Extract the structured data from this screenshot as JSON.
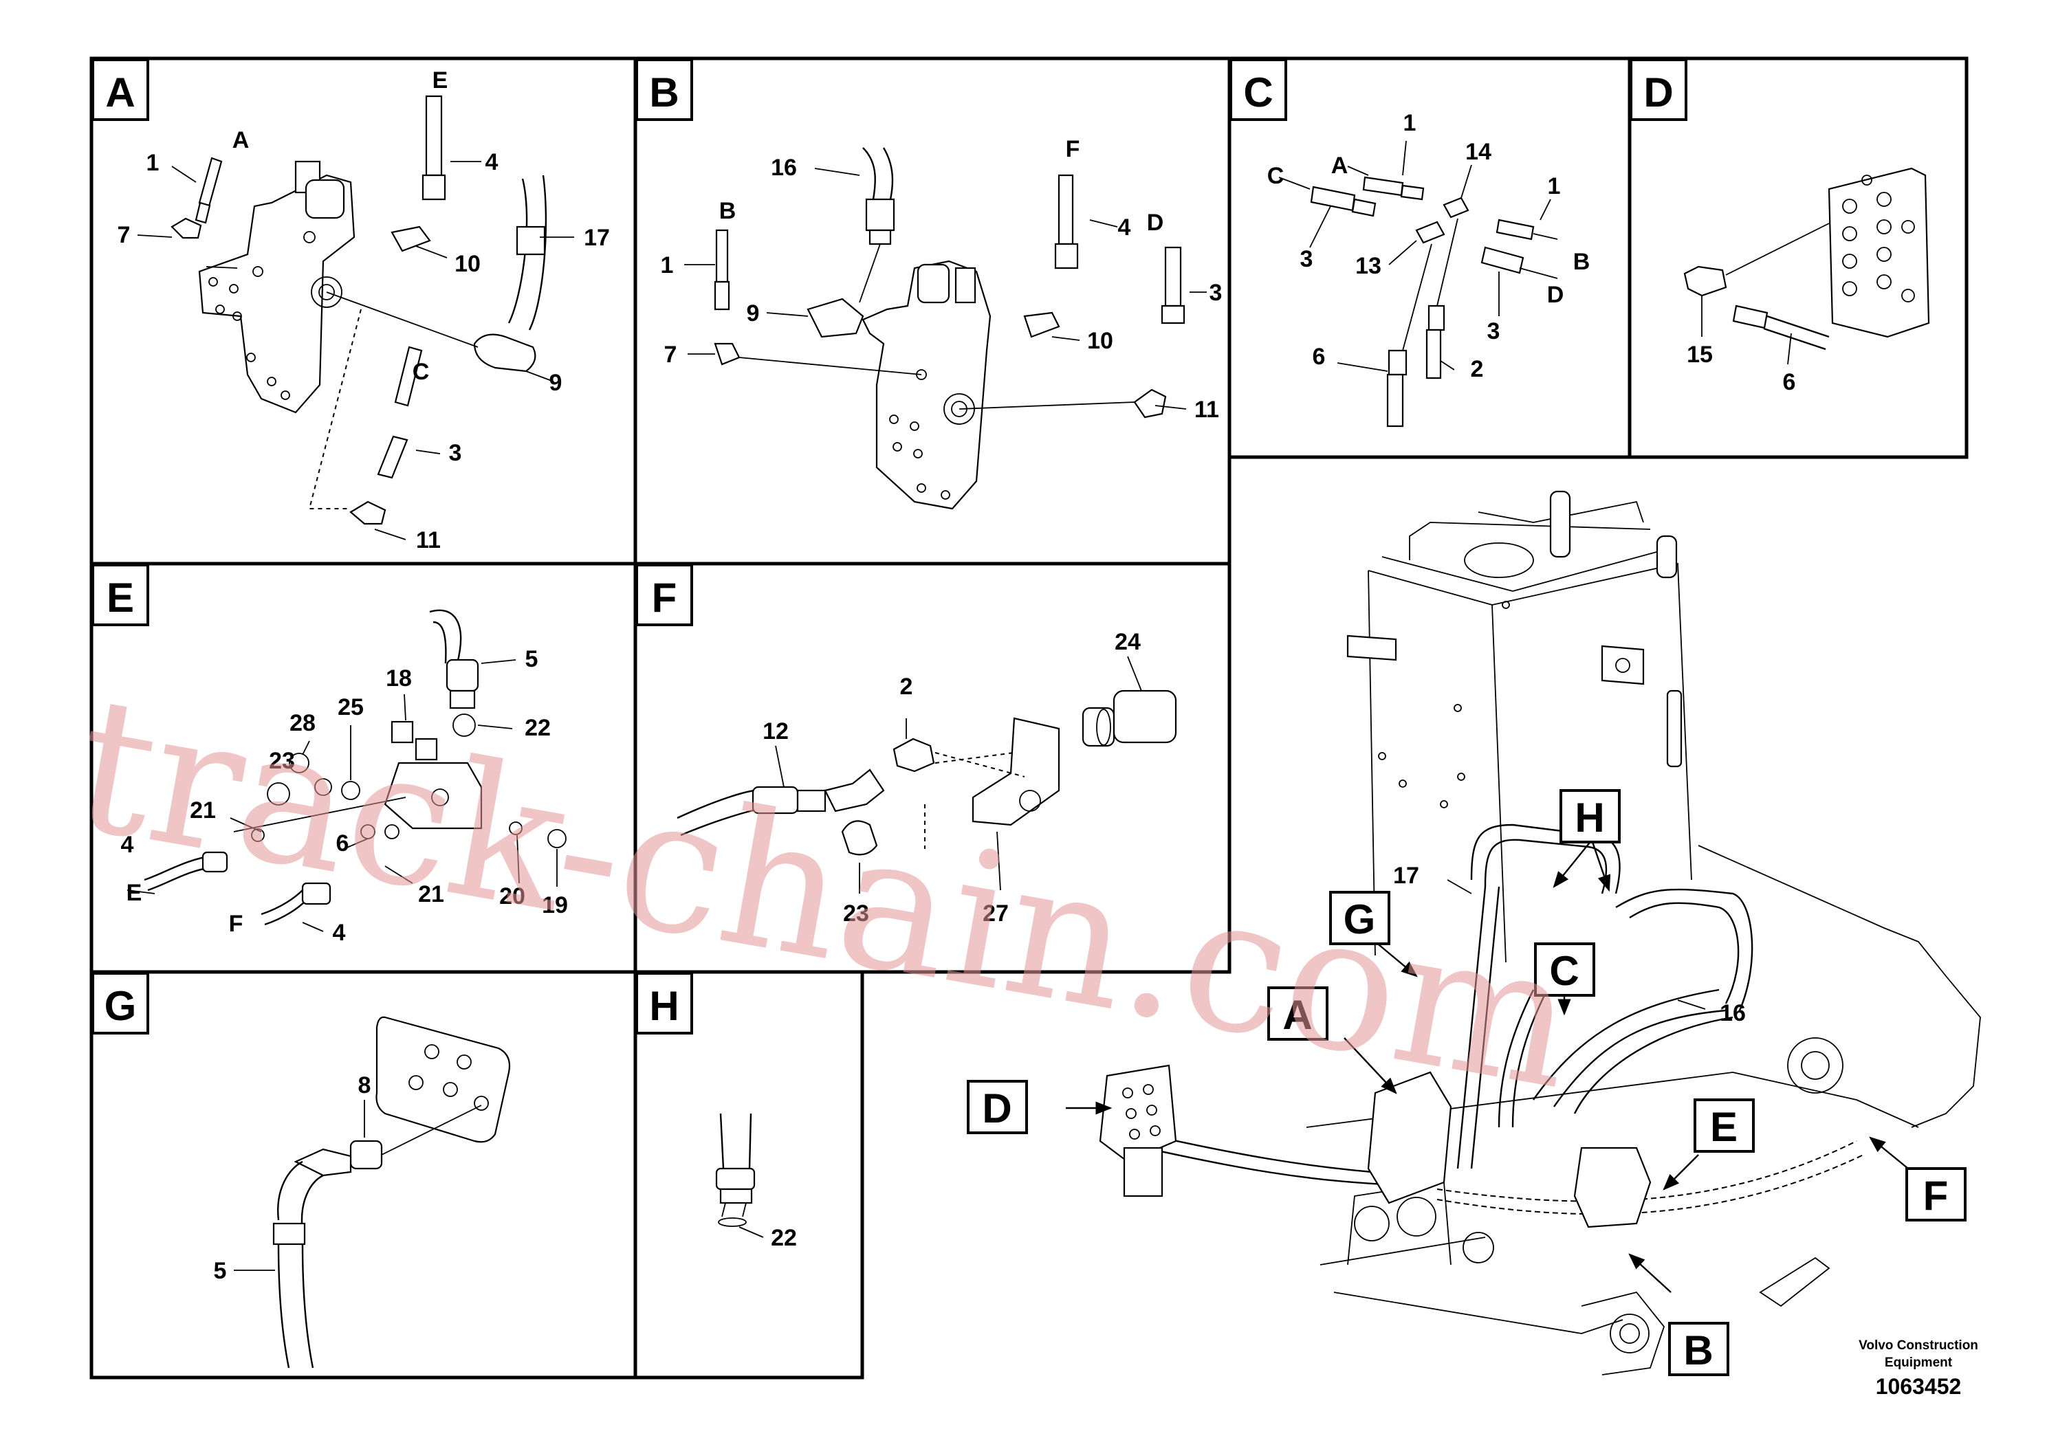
{
  "diagram": {
    "panels": [
      {
        "letter": "A",
        "callouts": [
          "1",
          "A",
          "E",
          "4",
          "7",
          "10",
          "17",
          "9",
          "C",
          "3",
          "11"
        ]
      },
      {
        "letter": "B",
        "callouts": [
          "16",
          "F",
          "B",
          "4",
          "D",
          "1",
          "3",
          "9",
          "7",
          "10",
          "11"
        ]
      },
      {
        "letter": "C",
        "callouts": [
          "1",
          "A",
          "14",
          "C",
          "1",
          "3",
          "13",
          "B",
          "D",
          "3",
          "6",
          "2"
        ]
      },
      {
        "letter": "D",
        "callouts": [
          "15",
          "6"
        ]
      },
      {
        "letter": "E",
        "callouts": [
          "5",
          "18",
          "28",
          "25",
          "22",
          "23",
          "21",
          "6",
          "4",
          "E",
          "F",
          "4",
          "21",
          "20",
          "19"
        ]
      },
      {
        "letter": "F",
        "callouts": [
          "12",
          "24",
          "2",
          "23",
          "27"
        ]
      },
      {
        "letter": "G",
        "callouts": [
          "8",
          "5"
        ]
      },
      {
        "letter": "H",
        "callouts": [
          "22"
        ]
      }
    ],
    "main_view_callouts": [
      "17",
      "16"
    ],
    "main_view_boxes": [
      "H",
      "G",
      "C",
      "A",
      "D",
      "E",
      "F",
      "B"
    ],
    "watermark": "track-chain.com",
    "footer": {
      "company": [
        "Volvo Construction",
        "Equipment"
      ],
      "number": "1063452"
    }
  }
}
